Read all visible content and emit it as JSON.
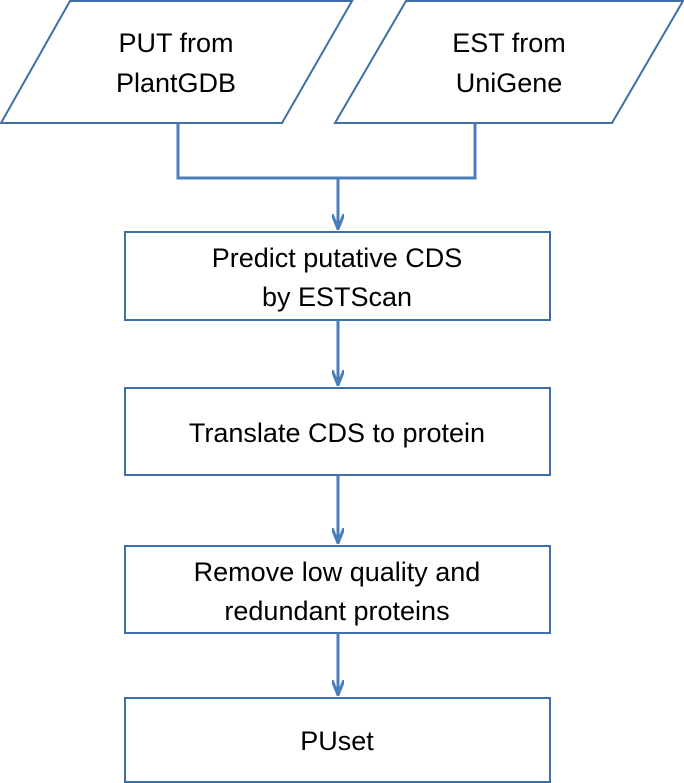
{
  "colors": {
    "shape_stroke": "#3f6fa8",
    "connector": "#4a7ebb",
    "text": "#000000",
    "background": "#ffffff"
  },
  "inputs": [
    {
      "line1": "PUT from",
      "line2": "PlantGDB"
    },
    {
      "line1": "EST from",
      "line2": "UniGene"
    }
  ],
  "steps": [
    {
      "line1": "Predict putative CDS",
      "line2": "by ESTScan"
    },
    {
      "line1": "Translate CDS to protein"
    },
    {
      "line1": "Remove low quality and",
      "line2": "redundant proteins"
    },
    {
      "line1": "PUset"
    }
  ]
}
